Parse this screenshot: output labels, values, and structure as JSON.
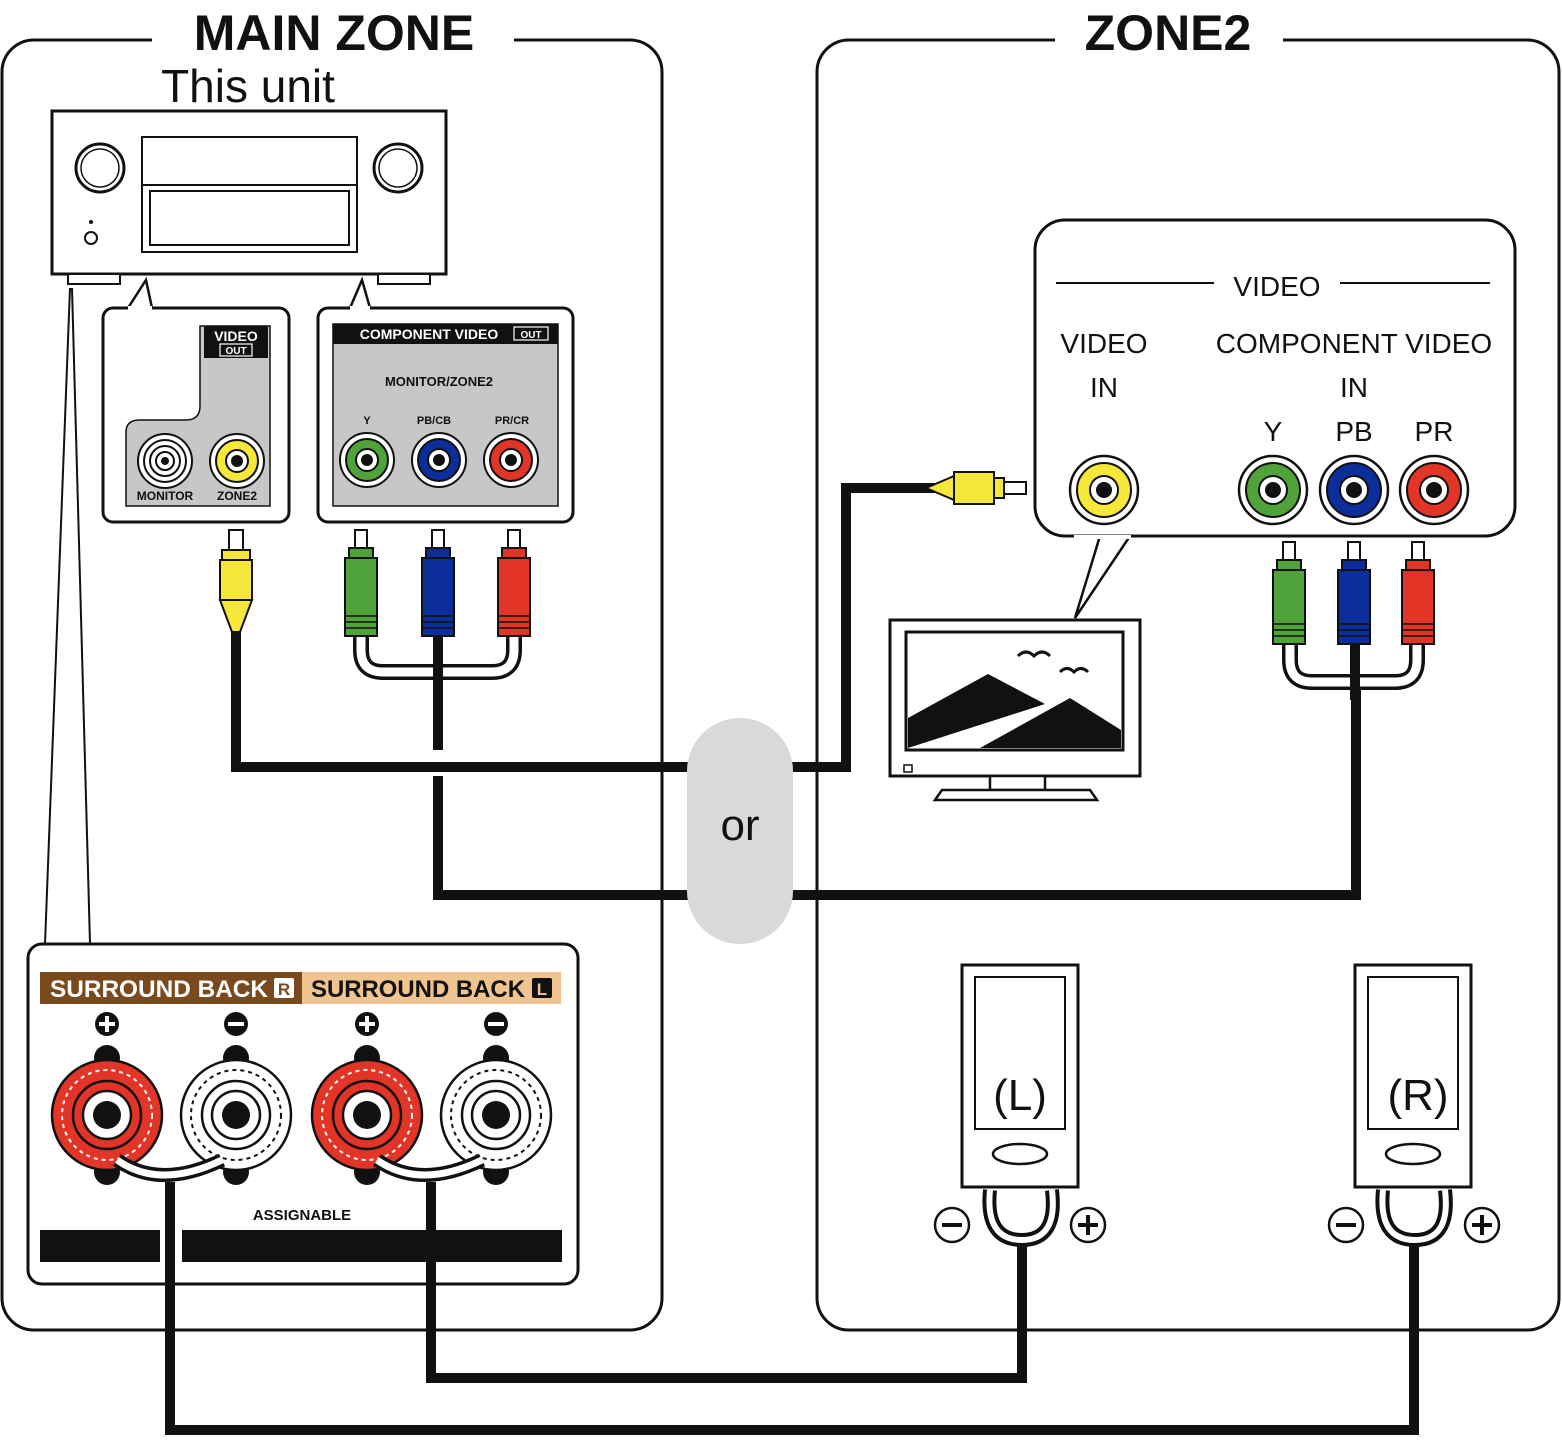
{
  "zones": {
    "main": "MAIN ZONE",
    "zone2": "ZONE2"
  },
  "unit_label": "This unit",
  "video_out_panel": {
    "title": "VIDEO",
    "badge": "OUT",
    "jack_monitor": "MONITOR",
    "jack_zone2": "ZONE2"
  },
  "component_out_panel": {
    "title": "COMPONENT VIDEO",
    "badge": "OUT",
    "subtitle": "MONITOR/ZONE2",
    "jack_y": "Y",
    "jack_pb": "PB/CB",
    "jack_pr": "PR/CR"
  },
  "tv_panel": {
    "title": "VIDEO",
    "video_in": "VIDEO",
    "video_in_2": "IN",
    "component_in": "COMPONENT VIDEO",
    "component_in_2": "IN",
    "y": "Y",
    "pb": "PB",
    "pr": "PR"
  },
  "or_label": "or",
  "speaker_panel": {
    "surround_back_r": "SURROUND BACK",
    "badge_r": "R",
    "surround_back_l": "SURROUND BACK",
    "badge_l": "L",
    "assignable": "ASSIGNABLE"
  },
  "speakers": {
    "left": "(L)",
    "right": "(R)"
  },
  "colors": {
    "yellow": "#f7e73a",
    "green": "#4fa33a",
    "blue": "#0b2e9a",
    "red": "#e23527",
    "brown": "#7a4a1e",
    "tan": "#f0c48e",
    "gray_panel": "#c7c7c7",
    "or_capsule": "#d9d9d9"
  }
}
